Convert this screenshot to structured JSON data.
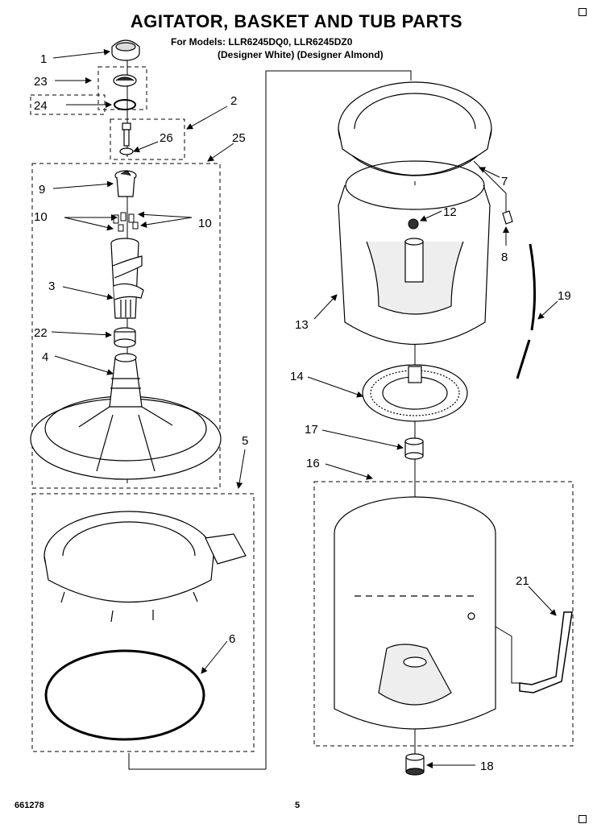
{
  "header": {
    "title": "AGITATOR, BASKET AND TUB PARTS",
    "models_line": "For Models: LLR6245DQ0, LLR6245DZ0",
    "variants_line": "(Designer White)  (Designer Almond)"
  },
  "callouts": {
    "c1": "1",
    "c23": "23",
    "c24": "24",
    "c2": "2",
    "c26": "26",
    "c25": "25",
    "c9": "9",
    "c10a": "10",
    "c10b": "10",
    "c3": "3",
    "c22": "22",
    "c4": "4",
    "c5": "5",
    "c6": "6",
    "c7": "7",
    "c12": "12",
    "c8": "8",
    "c13": "13",
    "c19": "19",
    "c14": "14",
    "c17": "17",
    "c16": "16",
    "c21": "21",
    "c18": "18"
  },
  "footer": {
    "code": "661278",
    "page": "5"
  }
}
